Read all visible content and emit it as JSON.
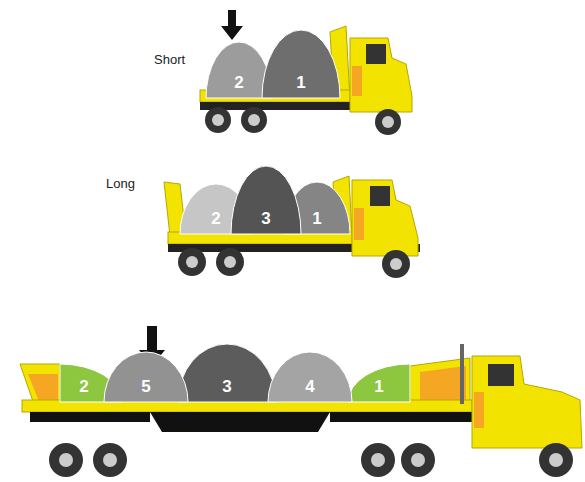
{
  "diagram": {
    "nodes": [
      {
        "text": [
          "2"
        ]
      },
      {
        "text": [
          "1"
        ]
      },
      {
        "text": [
          "2"
        ]
      },
      {
        "text": [
          "3"
        ]
      },
      {
        "text": [
          "1"
        ]
      },
      {
        "text": [
          "2"
        ]
      },
      {
        "text": [
          "5"
        ]
      },
      {
        "text": [
          "3"
        ]
      },
      {
        "text": [
          "4"
        ]
      },
      {
        "text": [
          "1"
        ]
      }
    ],
    "labels": [
      "Short",
      "Long"
    ]
  }
}
